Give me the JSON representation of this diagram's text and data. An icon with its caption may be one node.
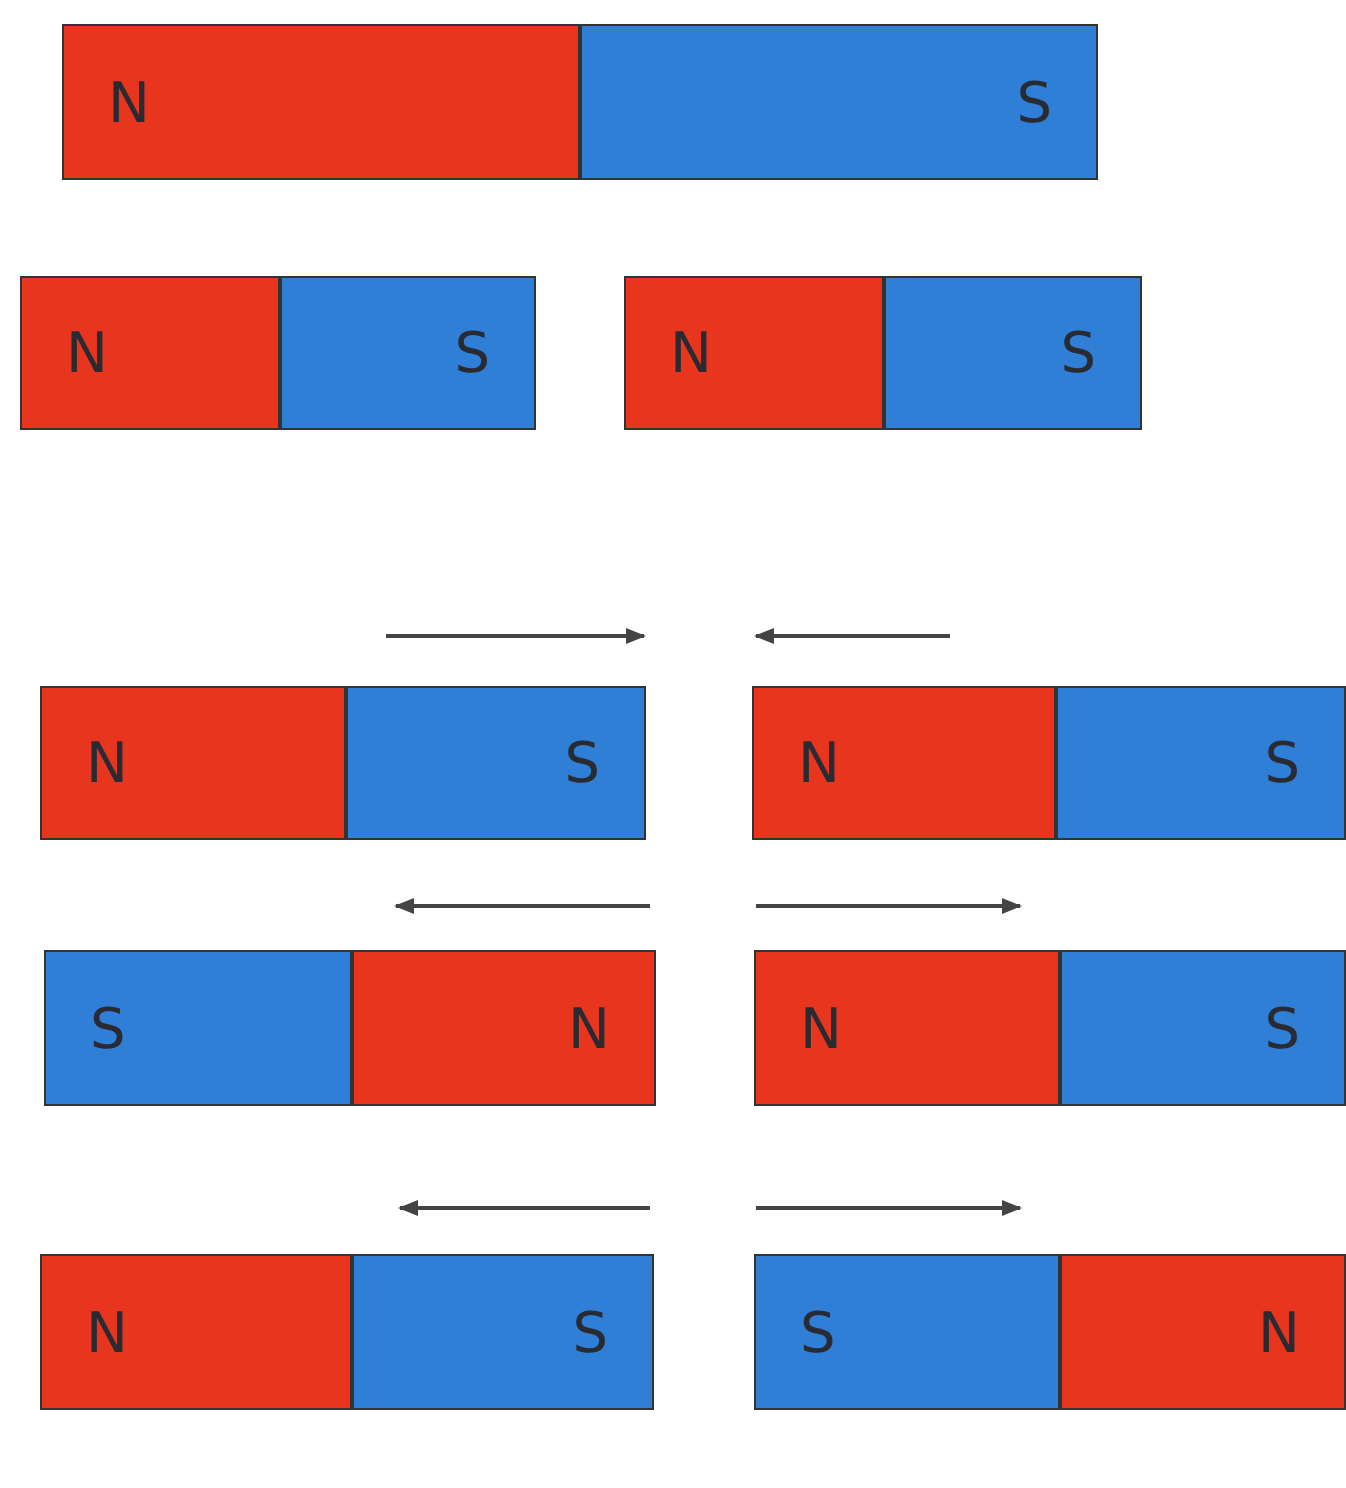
{
  "diagram": {
    "nodes": [
      {
        "text": [
          "N"
        ]
      },
      {
        "text": [
          "S"
        ]
      },
      {
        "text": [
          "N"
        ]
      },
      {
        "text": [
          "S"
        ]
      },
      {
        "text": [
          "N"
        ]
      },
      {
        "text": [
          "S"
        ]
      },
      {
        "text": [
          "N"
        ]
      },
      {
        "text": [
          "S"
        ]
      },
      {
        "text": [
          "N"
        ]
      },
      {
        "text": [
          "S"
        ]
      },
      {
        "text": [
          "S"
        ]
      },
      {
        "text": [
          "N"
        ]
      },
      {
        "text": [
          "N"
        ]
      },
      {
        "text": [
          "S"
        ]
      },
      {
        "text": [
          "N"
        ]
      },
      {
        "text": [
          "S"
        ]
      },
      {
        "text": [
          "S"
        ]
      },
      {
        "text": [
          "N"
        ]
      }
    ]
  }
}
